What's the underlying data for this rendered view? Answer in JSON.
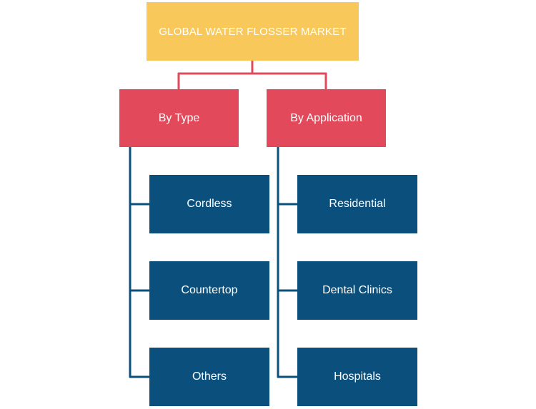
{
  "colors": {
    "root": "#f9c85a",
    "category": "#e24a5b",
    "leaf": "#0b507d",
    "connector_top": "#e24a5b",
    "connector_leaf": "#0b507d"
  },
  "root": {
    "label": "GLOBAL WATER FLOSSER MARKET"
  },
  "categories": [
    {
      "label": "By Type",
      "items": [
        "Cordless",
        "Countertop",
        "Others"
      ]
    },
    {
      "label": "By Application",
      "items": [
        "Residential",
        "Dental Clinics",
        "Hospitals"
      ]
    }
  ]
}
